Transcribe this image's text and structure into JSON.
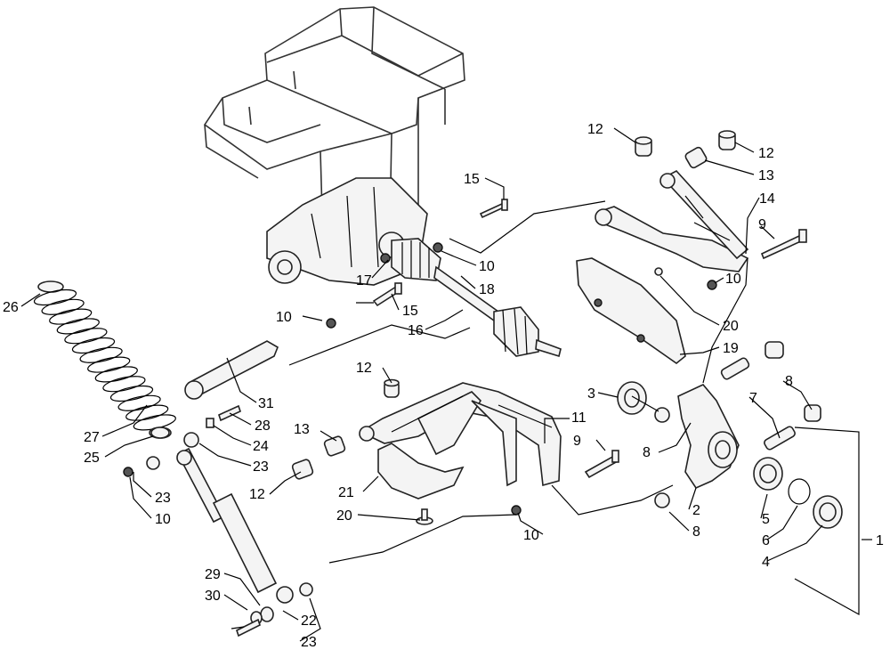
{
  "diagram": {
    "callouts": [
      "1",
      "2",
      "3",
      "4",
      "5",
      "6",
      "7",
      "8",
      "8",
      "8",
      "9",
      "9",
      "10",
      "10",
      "10",
      "10",
      "10",
      "11",
      "12",
      "12",
      "12",
      "12",
      "13",
      "13",
      "14",
      "15",
      "15",
      "16",
      "17",
      "18",
      "19",
      "20",
      "20",
      "21",
      "22",
      "23",
      "23",
      "23",
      "24",
      "25",
      "26",
      "27",
      "28",
      "29",
      "30",
      "31"
    ]
  }
}
